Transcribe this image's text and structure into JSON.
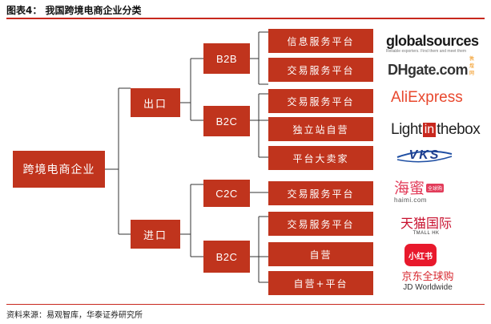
{
  "title": "图表4：  我国跨境电商企业分类",
  "root": "跨境电商企业",
  "export": {
    "label": "出口",
    "b2b": {
      "label": "B2B",
      "items": [
        "信息服务平台",
        "交易服务平台"
      ]
    },
    "b2c": {
      "label": "B2C",
      "items": [
        "交易服务平台",
        "独立站自营",
        "平台大卖家"
      ]
    }
  },
  "import": {
    "label": "进口",
    "c2c": {
      "label": "C2C",
      "items": [
        "交易服务平台"
      ]
    },
    "b2c": {
      "label": "B2C",
      "items": [
        "交易服务平台",
        "自营",
        "自营+平台"
      ]
    }
  },
  "logos": {
    "globalsources": {
      "main": "globalsources",
      "sub": "Reliable exporters. Find them and meet them"
    },
    "dhgate": {
      "main": "DHgate.com",
      "sub": "敦煌网"
    },
    "aliexpress": {
      "main": "AliExpress"
    },
    "lightinthebox": {
      "pre": "Light",
      "box": "in",
      "post": "thebox"
    },
    "vks": {
      "main": "VKS"
    },
    "haimi": {
      "main": "海蜜",
      "badge": "全球购",
      "sub": "haimi.com"
    },
    "tmall": {
      "main": "天猫国际",
      "sub": "TMALL HK"
    },
    "xiaohongshu": {
      "main": "小红书"
    },
    "jd": {
      "main": "京东全球购",
      "sub": "JD Worldwide"
    }
  },
  "source": "资料来源：易观智库，华泰证券研究所",
  "colors": {
    "box": "#c0341d",
    "rule": "#c8281e",
    "line": "#333333"
  }
}
